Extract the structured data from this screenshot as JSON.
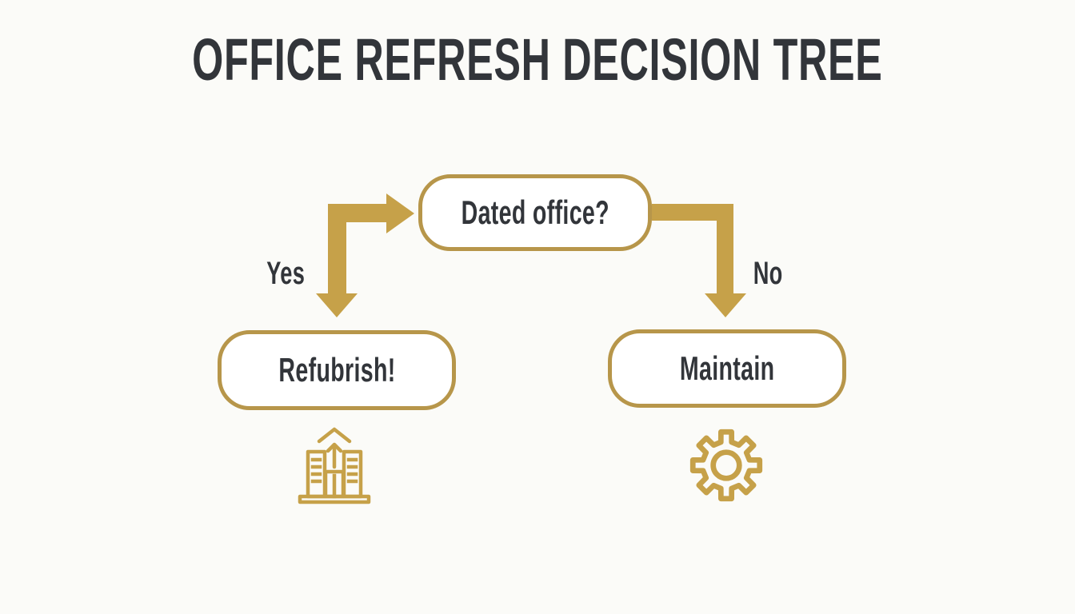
{
  "colors": {
    "background": "#fbfbf8",
    "gold": "#c6a149",
    "border_gold": "#b7964a",
    "ink": "#32353a"
  },
  "title": "OFFICE REFRESH DECISION TREE",
  "tree": {
    "root_label": "Dated office?",
    "branches": [
      {
        "label": "Yes",
        "node_label": "Refubrish!",
        "icon": "building-upgrade-icon"
      },
      {
        "label": "No",
        "node_label": "Maintain",
        "icon": "gear-icon"
      }
    ]
  }
}
